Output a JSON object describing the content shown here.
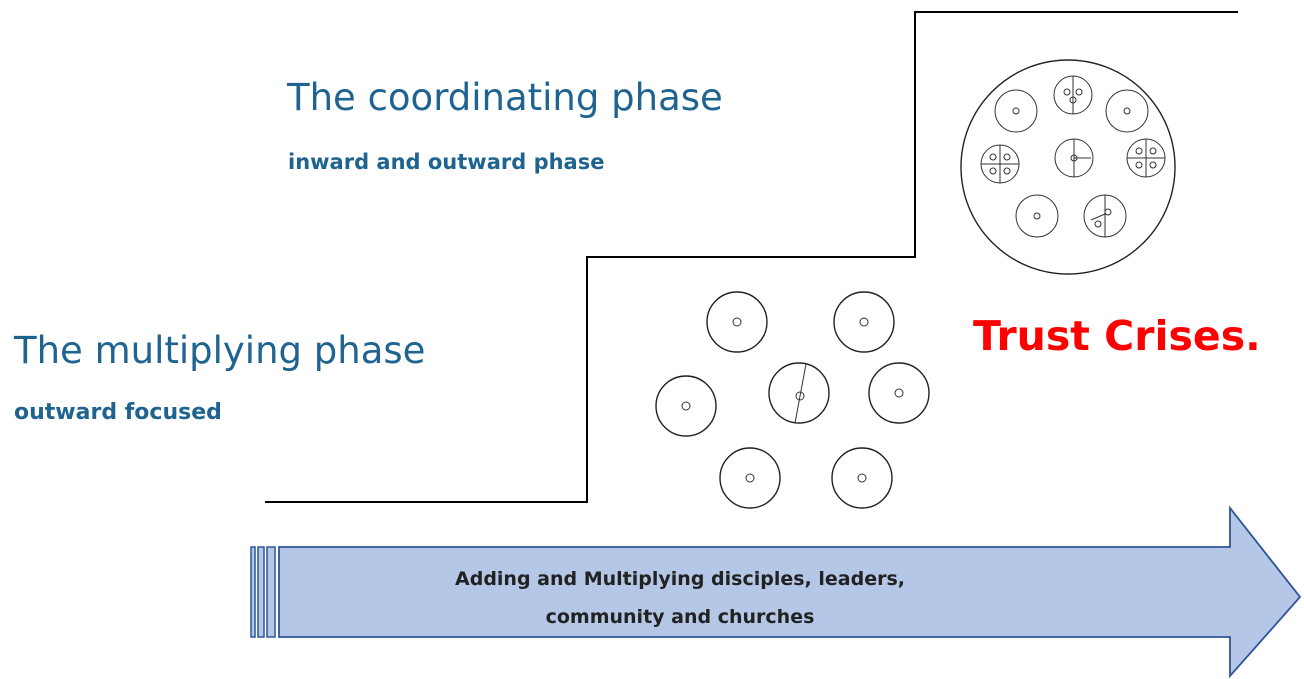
{
  "coordinating_phase": {
    "title": "The coordinating phase",
    "subtitle": "inward and outward phase"
  },
  "multiplying_phase": {
    "title": "The multiplying phase",
    "subtitle": "outward focused"
  },
  "crisis_label": "Trust Crises.",
  "arrow": {
    "line1": "Adding and Multiplying disciples, leaders,",
    "line2": "community and churches",
    "fill_color": "#b4c7e7",
    "stroke_color": "#2f5597"
  },
  "colors": {
    "phase_text": "#1f6391",
    "crisis_text": "#ff0000"
  }
}
